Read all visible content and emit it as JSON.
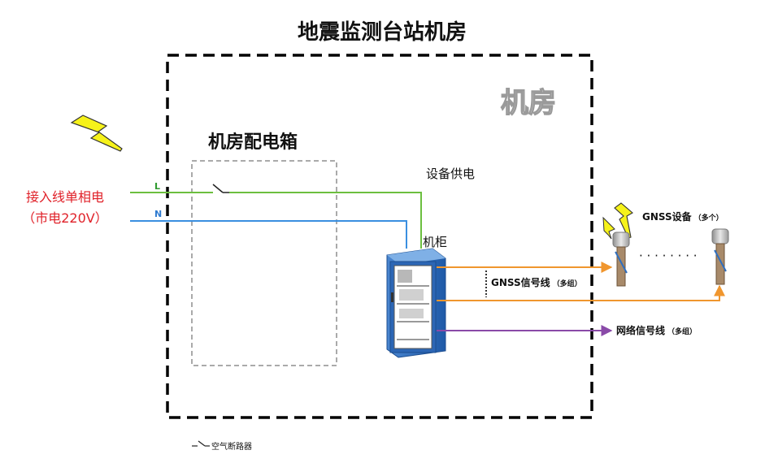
{
  "title": "地震监测台站机房",
  "room_label": "机房",
  "distribution_box_label": "机房配电箱",
  "power_input": {
    "line1": "接入线单相电",
    "line2": "（市电220V）"
  },
  "wires": {
    "live": "L",
    "neutral": "N",
    "live_color": "#6cbf3f",
    "neutral_color": "#3a8fe0"
  },
  "device_power_label": "设备供电",
  "cabinet_label": "机柜",
  "gnss_device": {
    "label": "GNSS设备",
    "note": "（多个）",
    "dots": "· · · · · · · ·"
  },
  "gnss_signal": {
    "label": "GNSS信号线",
    "note": "（多组）",
    "color": "#f0962e"
  },
  "network_signal": {
    "label": "网络信号线",
    "note": "（多组）",
    "color": "#8a4aa8"
  },
  "legend": {
    "breaker_label": "空气断路器"
  },
  "colors": {
    "lightning": "#f6f21a",
    "cabinet_frame": "#2f6fc0"
  }
}
